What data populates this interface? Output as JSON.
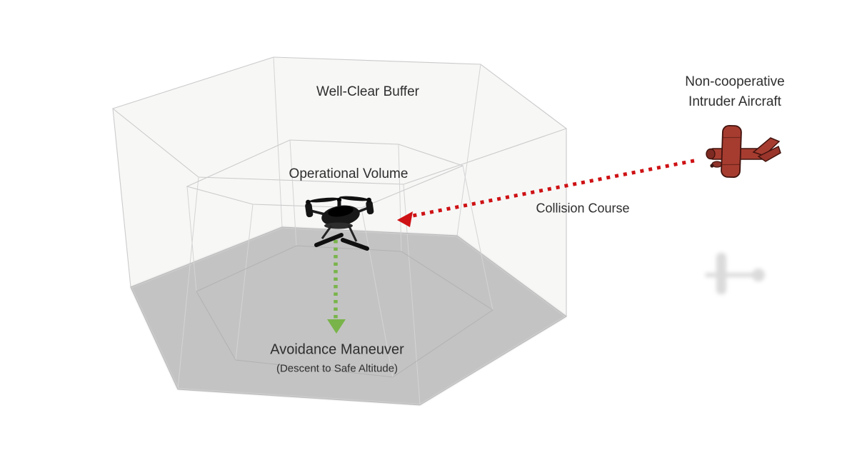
{
  "diagram": {
    "labels": {
      "well_clear_buffer": "Well-Clear Buffer",
      "operational_volume": "Operational Volume",
      "intruder_line1": "Non-cooperative",
      "intruder_line2": "Intruder Aircraft",
      "collision_course": "Collision Course",
      "avoidance_maneuver": "Avoidance Maneuver",
      "avoidance_subtitle": "(Descent to Safe Altitude)"
    },
    "colors": {
      "collision_arrow_red": "#ce1114",
      "avoidance_arrow_green": "#79b44a",
      "floor_shadow_gray": "#c3c3c3",
      "volume_edge_gray": "#cbcbcb",
      "volume_fill": "#f7f7f6",
      "intruder_aircraft_red": "#a63c30",
      "intruder_outline_dark": "#42130e",
      "drone_black": "#141414",
      "shadow_gray": "#d4d4d4",
      "text_color": "#2e2e2e"
    }
  }
}
